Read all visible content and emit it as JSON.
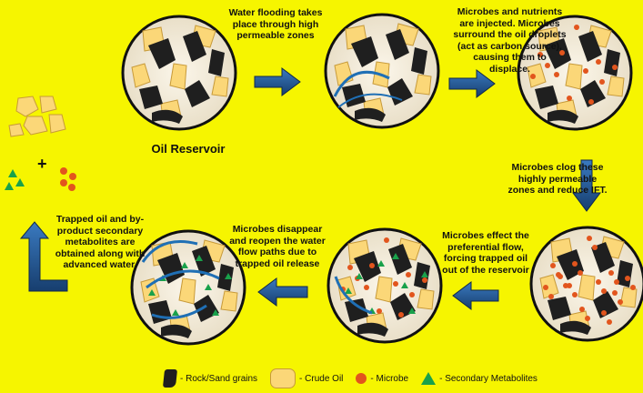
{
  "captions": {
    "water_flooding": "Water flooding takes place through high permeable zones",
    "microbes_injected": "Microbes and nutrients are injected. Microbes surround the oil droplets (act as carbon source), causing them to displace.",
    "microbes_clog": "Microbes clog these highly permeable zones and reduce IFT.",
    "microbes_effect": "Microbes effect the preferential flow, forcing trapped oil out of the reservoir",
    "microbes_disappear": "Microbes disappear and reopen the water flow paths due to trapped oil release",
    "trapped_oil": "Trapped oil and by-product secondary metabolites are obtained along with advanced water.",
    "oil_reservoir": "Oil Reservoir",
    "plus_sign": "+"
  },
  "legend": {
    "rock": "- Rock/Sand grains",
    "crude_oil": "- Crude Oil",
    "microbe": "- Microbe",
    "metabolites": "- Secondary Metabolites"
  },
  "colors": {
    "background": "#f6f500",
    "rock": "#1f1f1f",
    "crude_oil": "#fbd778",
    "microbe": "#e2551d",
    "metabolite": "#19a14b",
    "water": "#1f6fb5",
    "arrow": "#1f4f87",
    "circle_fill": "#f4ecdc"
  },
  "icons": {
    "rock": "rock-grain-icon",
    "oil": "crude-oil-icon",
    "microbe": "microbe-icon",
    "metabolite": "secondary-metabolite-icon",
    "arrow": "process-arrow-icon"
  }
}
